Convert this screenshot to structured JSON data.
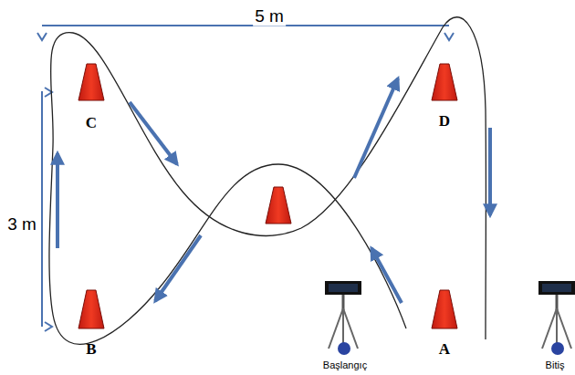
{
  "diagram": {
    "labels": [
      "5 m",
      "3 m",
      "C",
      "D",
      "B",
      "A",
      "Başlangıç",
      "Bitiş"
    ]
  }
}
